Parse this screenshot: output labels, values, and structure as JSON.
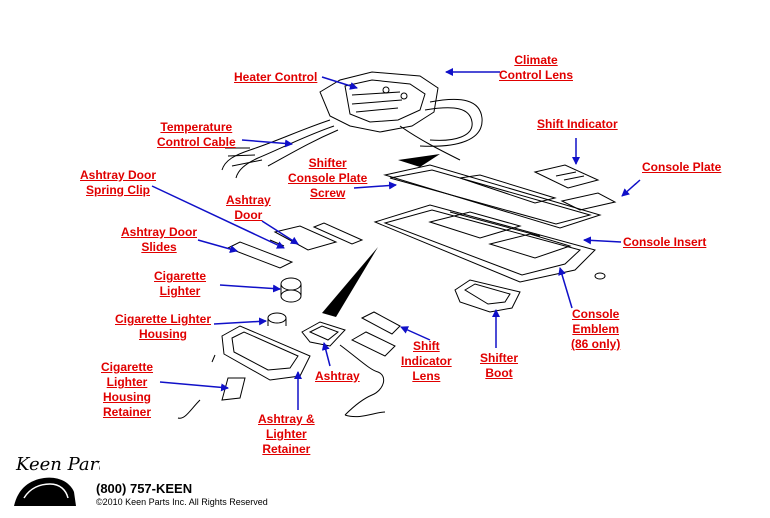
{
  "labels": {
    "heater_control": [
      "Heater Control"
    ],
    "climate_control_lens": [
      "Climate",
      "Control Lens"
    ],
    "temperature_control_cable": [
      "Temperature",
      "Control Cable"
    ],
    "shift_indicator": [
      "Shift Indicator"
    ],
    "ashtray_door_spring_clip": [
      "Ashtray Door",
      "Spring Clip"
    ],
    "shifter_console_plate_screw": [
      "Shifter",
      "Console Plate",
      "Screw"
    ],
    "console_plate": [
      "Console Plate"
    ],
    "ashtray_door": [
      "Ashtray",
      "Door"
    ],
    "ashtray_door_slides": [
      "Ashtray Door",
      "Slides"
    ],
    "console_insert": [
      "Console Insert"
    ],
    "cigarette_lighter": [
      "Cigarette",
      "Lighter"
    ],
    "cigarette_lighter_housing": [
      "Cigarette Lighter",
      "Housing"
    ],
    "console_emblem": [
      "Console",
      "Emblem",
      "(86 only)"
    ],
    "shift_indicator_lens": [
      "Shift",
      "Indicator",
      "Lens"
    ],
    "shifter_boot": [
      "Shifter",
      "Boot"
    ],
    "cigarette_lighter_housing_retainer": [
      "Cigarette",
      "Lighter",
      "Housing",
      "Retainer"
    ],
    "ashtray": [
      "Ashtray"
    ],
    "ashtray_lighter_retainer": [
      "Ashtray &",
      "Lighter",
      "Retainer"
    ]
  },
  "footer": {
    "logo_text": "Keen Parts",
    "phone": "(800) 757-KEEN",
    "copyright": "©2010 Keen Parts Inc. All Rights Reserved"
  },
  "colors": {
    "label": "#e00000",
    "arrow": "#1010c8",
    "line": "#000000"
  }
}
